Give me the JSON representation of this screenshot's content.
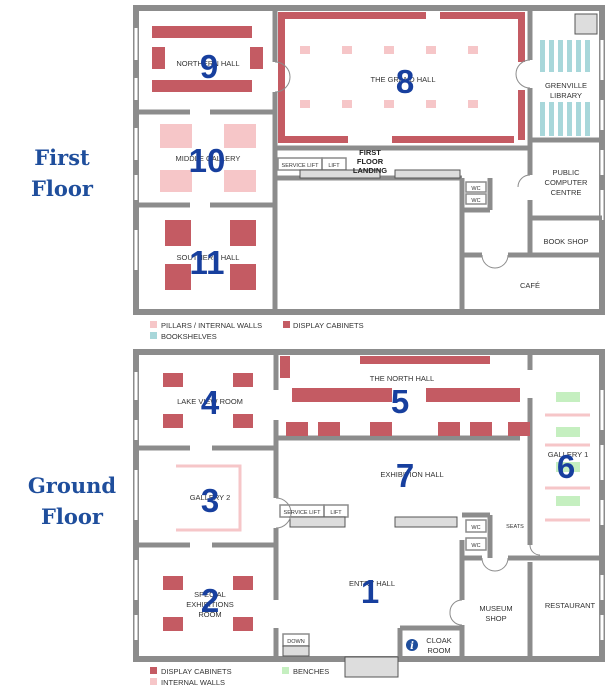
{
  "floors": {
    "first": {
      "label_line1": "First Floor",
      "rooms": {
        "north_hall": "NORTHERN HALL",
        "grand_hall": "THE GRAND HALL",
        "middle_gallery": "MIDDLE GALLERY",
        "southern_hall": "SOUTHERN HALL",
        "grenville_1": "GRENVILLE",
        "grenville_2": "LIBRARY",
        "public_1": "PUBLIC",
        "public_2": "COMPUTER",
        "public_3": "CENTRE",
        "book_shop": "BOOK SHOP",
        "cafe": "CAFÉ",
        "service_lift": "SERVICE LIFT",
        "lift": "LIFT",
        "landing_1": "FIRST",
        "landing_2": "FLOOR",
        "landing_3": "LANDING",
        "wc_a": "WC",
        "wc_b": "WC"
      },
      "numbers": {
        "n8": "8",
        "n9": "9",
        "n10": "10",
        "n11": "11"
      },
      "legend": {
        "pillars": "PILLARS / INTERNAL WALLS",
        "cabinets": "DISPLAY CABINETS",
        "bookshelves": "BOOKSHELVES"
      }
    },
    "ground": {
      "label_line1": "Ground",
      "label_line2": "Floor",
      "rooms": {
        "north_hall": "THE NORTH HALL",
        "lake_view": "LAKE VIEW ROOM",
        "exhibition_hall": "EXHIBITION HALL",
        "gallery_2": "GALLERY 2",
        "gallery_1": "GALLERY 1",
        "special_1": "SPECIAL",
        "special_2": "EXHIBITIONS",
        "special_3": "ROOM",
        "entry_hall": "ENTRY HALL",
        "museum_1": "MUSEUM",
        "museum_2": "SHOP",
        "restaurant": "RESTAURANT",
        "cloak_1": "CLOAK",
        "cloak_2": "ROOM",
        "service_lift": "SERVICE LIFT",
        "lift": "LIFT",
        "down": "DOWN",
        "seats": "SEATS",
        "wc_a": "WC",
        "wc_b": "WC",
        "info": "i"
      },
      "numbers": {
        "n1": "1",
        "n2": "2",
        "n3": "3",
        "n4": "4",
        "n5": "5",
        "n6": "6",
        "n7": "7"
      },
      "legend": {
        "cabinets": "DISPLAY CABINETS",
        "internal_walls": "INTERNAL WALLS",
        "benches": "BENCHES"
      }
    }
  },
  "colors": {
    "wall": "#8c8c8c",
    "cabinet": "#c45b63",
    "pillar": "#f6c6c8",
    "bookshelf": "#a8d7da",
    "bench": "#c5efc0",
    "number": "#173f9e",
    "floor_label": "#1f4e9c"
  }
}
